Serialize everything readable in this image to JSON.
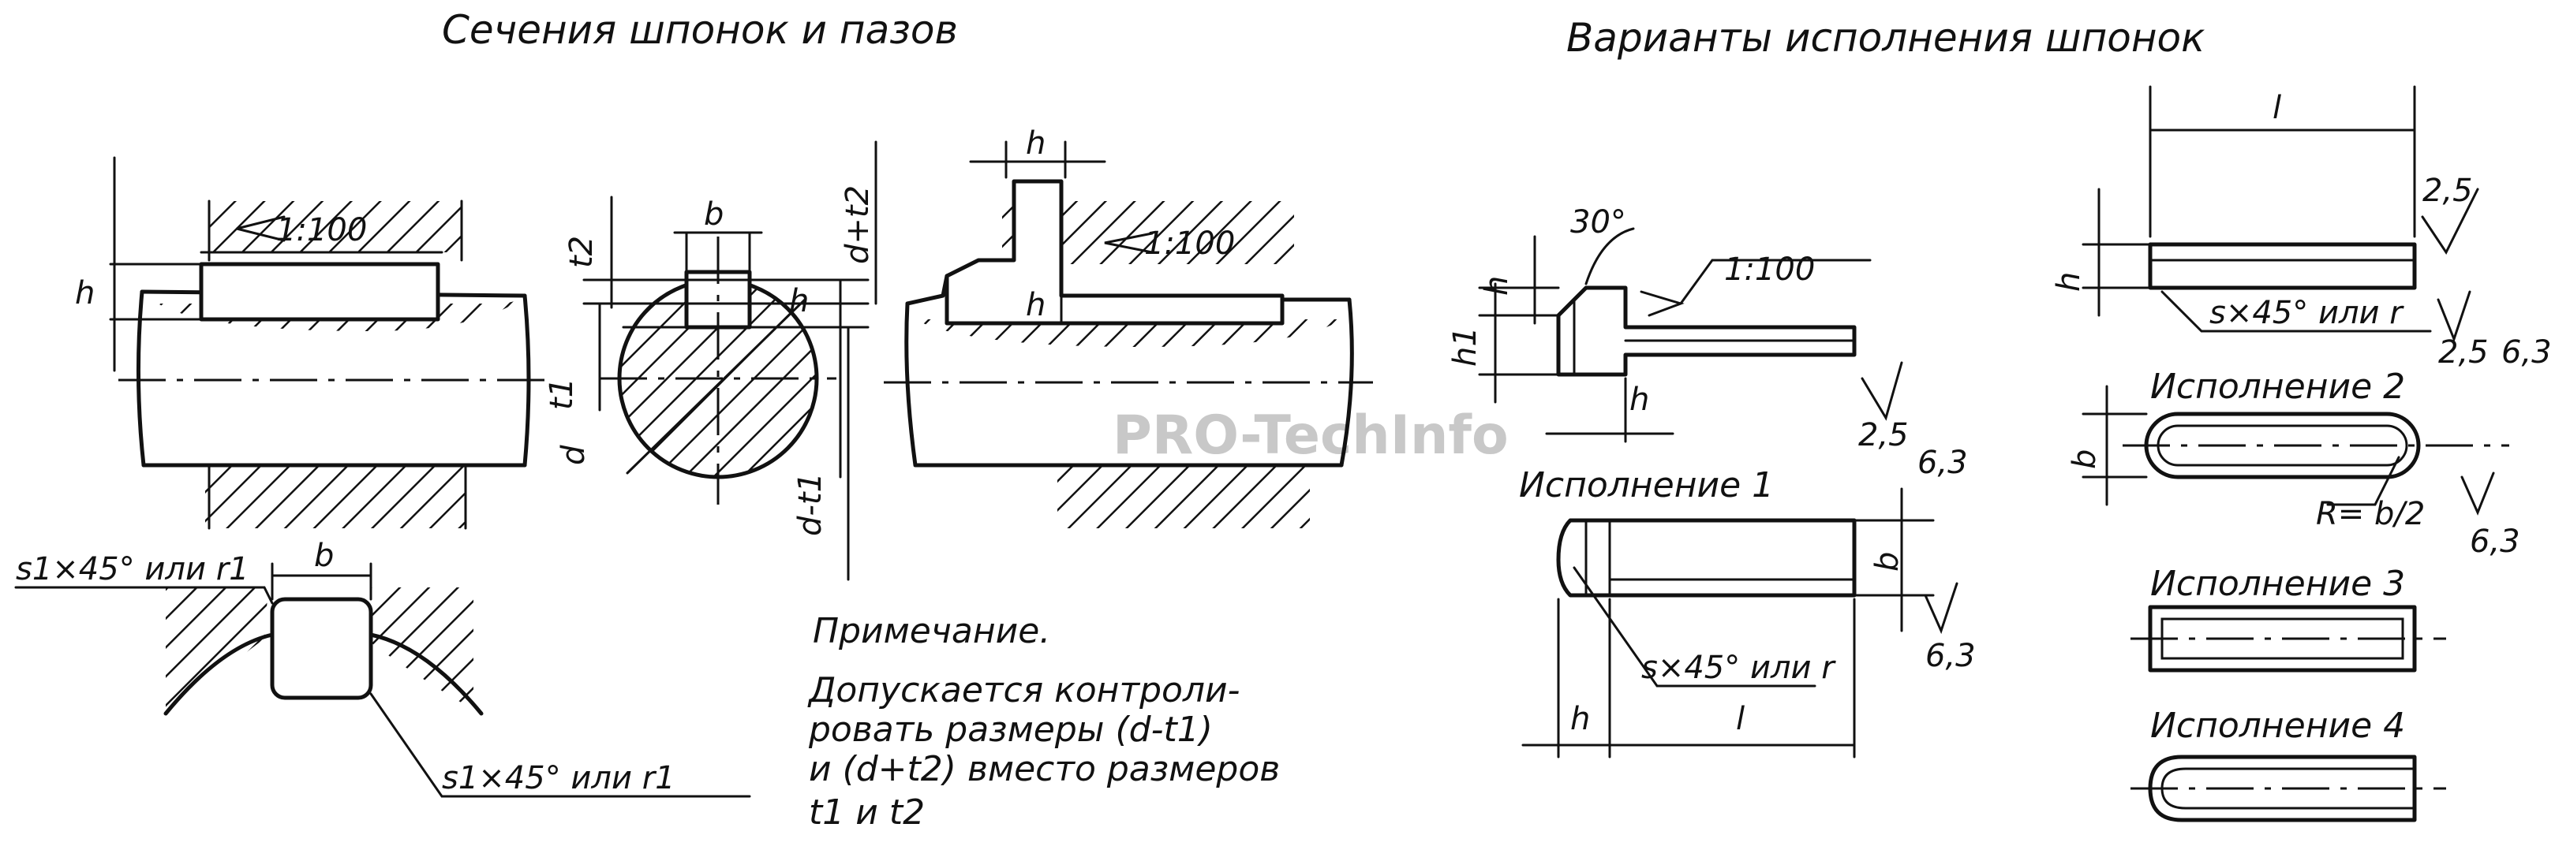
{
  "titles": {
    "sections": "Сечения шпонок и пазов",
    "variants": "Варианты исполнения шпонок"
  },
  "watermark": "PRO-TechInfo",
  "dims": {
    "h": "h",
    "h1": "h1",
    "b": "b",
    "d": "d",
    "l": "l",
    "t1": "t1",
    "t2": "t2",
    "d_plus_t2": "d+t2",
    "d_minus_t1": "d-t1",
    "taper": "1:100",
    "angle": "30°",
    "r": "R= b/2"
  },
  "chamfer": {
    "s1_r1": "s1×45° или r1",
    "s_r": "s×45° или r"
  },
  "roughness": {
    "r25": "2,5",
    "r63": "6,3"
  },
  "versions": {
    "v1": "Исполнение 1",
    "v2": "Исполнение 2",
    "v3": "Исполнение 3",
    "v4": "Исполнение 4"
  },
  "note": {
    "heading": "Примечание.",
    "line1": "Допускается контроли-",
    "line2": "ровать размеры (d-t1)",
    "line3": "и (d+t2) вместо размеров",
    "line4": "t1  и  t2"
  },
  "colors": {
    "ink": "#111111",
    "paper": "#ffffff",
    "watermark": "#c8c8c8"
  }
}
